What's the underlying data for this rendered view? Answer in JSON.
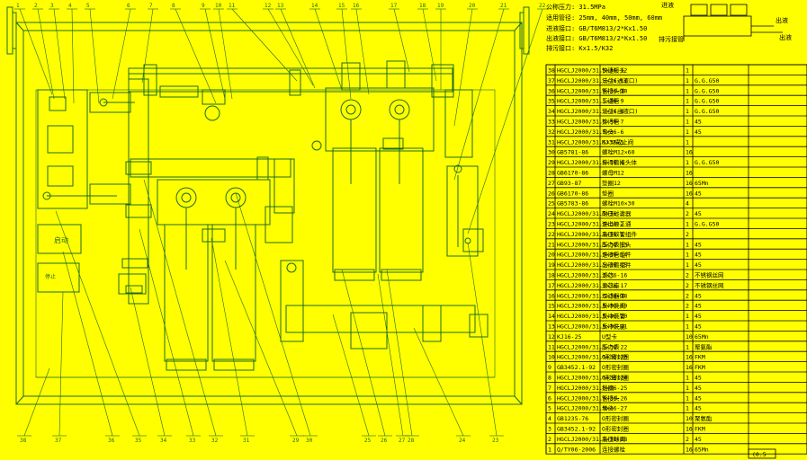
{
  "colors": {
    "background": "#ffff00",
    "line": "#1f6b1f",
    "ink": "#000000"
  },
  "notes": {
    "pressure": "公称压力: 31.5MPa",
    "sizes": "适用管径: 25mm, 40mm, 50mm, 60mm",
    "inlet": "进液接口: GB/T6M813/2*Kx1.50",
    "outlet": "出液接口: GB/T6M813/2*Kx1.50",
    "backflow": "排污接口: Kx1.5/K32",
    "mini_label_top": "进液",
    "mini_label_right_1": "出液",
    "mini_label_right_2": "出液",
    "mini_label_bottom": "排污接管"
  },
  "top_callouts": [
    "1",
    "2",
    "3",
    "4",
    "5",
    "6",
    "7",
    "8",
    "9",
    "10",
    "11",
    "12",
    "13",
    "14",
    "15",
    "16",
    "17",
    "18",
    "19",
    "20",
    "21",
    "22"
  ],
  "bottom_callouts": [
    "38",
    "37",
    "36",
    "35",
    "34",
    "33",
    "32",
    "31",
    "29",
    "30",
    "25",
    "26",
    "27",
    "28",
    "24",
    "23"
  ],
  "panel_labels": [
    "启动",
    "停止"
  ],
  "bom_rows": [
    [
      "38",
      "HGCLJ2000/31.5×36-12",
      "快速接头",
      "1",
      ""
    ],
    [
      "37",
      "HGCLJ2000/31.5×36-11",
      "法兰(进液口)",
      "1",
      "G.G.G50"
    ],
    [
      "36",
      "HGCLJ2000/31.5×36-10",
      "管接头体",
      "1",
      "G.G.G50"
    ],
    [
      "35",
      "HGCLJ2000/31.5×36-9",
      "三通管",
      "1",
      "G.G.G50"
    ],
    [
      "34",
      "HGCLJ2000/31.5×36-8",
      "法兰(出液口)",
      "1",
      "G.G.G50"
    ],
    [
      "33",
      "HGCLJ2000/31.5×36-7",
      "排污管",
      "1",
      "45"
    ],
    [
      "32",
      "HGCLJ2000/31.5×36-6",
      "弯头",
      "1",
      "45"
    ],
    [
      "31",
      "HGCLJ2000/31.5×36-5",
      "KJ32截止阀",
      "1",
      ""
    ],
    [
      "30",
      "GB5781-86",
      "螺栓M12×60",
      "16",
      ""
    ],
    [
      "29",
      "HGCLJ2000/31.5×36-4",
      "排污管接头体",
      "1",
      "G.G.G50"
    ],
    [
      "28",
      "GB6170-86",
      "螺母M12",
      "16",
      ""
    ],
    [
      "27",
      "GB93-87",
      "垫圈12",
      "16",
      "65Mn"
    ],
    [
      "26",
      "GB6170-86",
      "垫圈",
      "16",
      "45"
    ],
    [
      "25",
      "GB5783-86",
      "螺栓M10×30",
      "4",
      ""
    ],
    [
      "24",
      "HGCLJ2000/31.5×36-3",
      "耐压过滤器",
      "2",
      "45"
    ],
    [
      "23",
      "HGCLJ2000/31.5×36-2",
      "进出液三通",
      "1",
      "G.G.G50"
    ],
    [
      "22",
      "HGCLJ2000/31.5×36-1",
      "高压软管组件",
      "2",
      ""
    ],
    [
      "21",
      "HGCLJ2000/31.5×36-13",
      "压力表接头",
      "1",
      "45"
    ],
    [
      "20",
      "HGCLJ2000/31.5×36-14",
      "进液管组件",
      "1",
      "45"
    ],
    [
      "19",
      "HGCLJ2000/31.5×36-15",
      "出液管组件",
      "1",
      "45"
    ],
    [
      "18",
      "HGCLJ2000/31.5×36-16",
      "滤芯",
      "2",
      "不锈钢丝网"
    ],
    [
      "17",
      "HGCLJ2000/31.5×36-17",
      "滤芯座",
      "2",
      "不锈钢丝网"
    ],
    [
      "16",
      "HGCLJ2000/31.5×36-18",
      "过滤器体",
      "2",
      "45"
    ],
    [
      "15",
      "HGCLJ2000/31.5×36-19",
      "反冲洗阀",
      "2",
      "45"
    ],
    [
      "14",
      "HGCLJ2000/31.5×36-20",
      "反冲洗管",
      "1",
      "45"
    ],
    [
      "13",
      "HGCLJ2000/31.5×36-21",
      "反冲洗座",
      "1",
      "45"
    ],
    [
      "12",
      "KJ16-25",
      "U型卡",
      "10",
      "65Mn"
    ],
    [
      "11",
      "HGCLJ2000/31.5×36-22",
      "压力表",
      "1",
      "聚氨酯"
    ],
    [
      "10",
      "HGCLJ2000/31.5×36-23",
      "O形密封圈",
      "16",
      "FKM"
    ],
    [
      "9",
      "GB3452.1-92",
      "O形密封圈",
      "16",
      "FKM"
    ],
    [
      "8",
      "HGCLJ2000/31.5×36-24",
      "O形密封圈",
      "1",
      "45"
    ],
    [
      "7",
      "HGCLJ2000/31.5×36-25",
      "挡圈",
      "1",
      "45"
    ],
    [
      "6",
      "HGCLJ2000/31.5×36-26",
      "管接头",
      "1",
      "45"
    ],
    [
      "5",
      "HGCLJ2000/31.5×36-27",
      "堵头",
      "1",
      "45"
    ],
    [
      "4",
      "GB1235-76",
      "O形密封圈",
      "10",
      "聚氨酯"
    ],
    [
      "3",
      "GB3452.1-92",
      "O形密封圈",
      "16",
      "FKM"
    ],
    [
      "2",
      "HGCLJ2000/31.5×36-28",
      "高压球阀",
      "2",
      "45"
    ],
    [
      "1",
      "Q/TY06-2006",
      "连接螺栓",
      "16",
      "65Mn"
    ]
  ]
}
